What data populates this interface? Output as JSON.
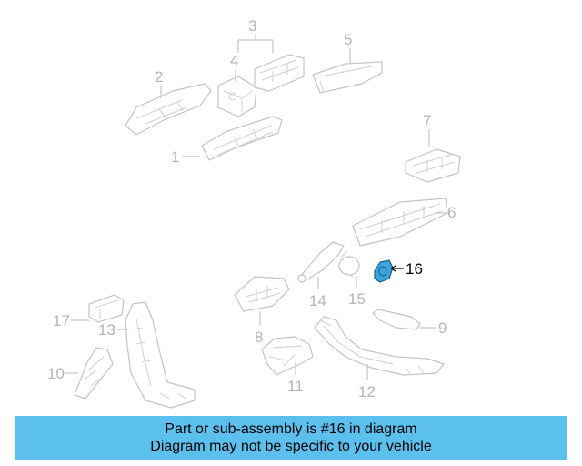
{
  "diagram": {
    "highlight_color": "#3aa6dc",
    "callouts": [
      {
        "n": "1"
      },
      {
        "n": "2"
      },
      {
        "n": "3"
      },
      {
        "n": "4"
      },
      {
        "n": "5"
      },
      {
        "n": "6"
      },
      {
        "n": "7"
      },
      {
        "n": "8"
      },
      {
        "n": "9"
      },
      {
        "n": "10"
      },
      {
        "n": "11"
      },
      {
        "n": "12"
      },
      {
        "n": "13"
      },
      {
        "n": "14"
      },
      {
        "n": "15"
      },
      {
        "n": "16"
      },
      {
        "n": "17"
      }
    ],
    "selected_part": "16"
  },
  "banner": {
    "background": "#5bc0ee",
    "line1": "Part or sub-assembly is #16 in diagram",
    "line2": "Diagram may not be specific to your vehicle"
  }
}
